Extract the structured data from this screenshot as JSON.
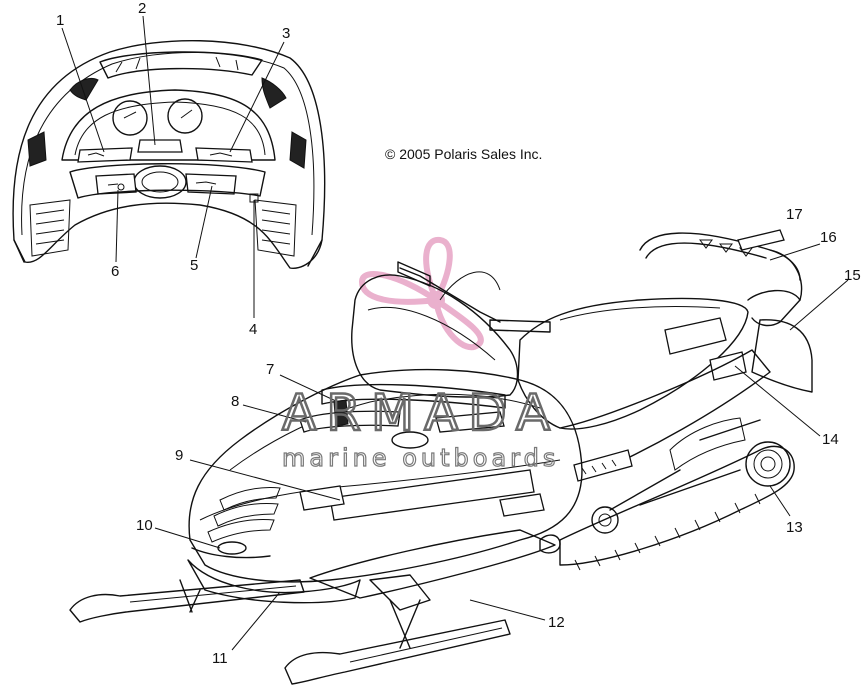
{
  "copyright": "© 2005 Polaris Sales Inc.",
  "watermark": {
    "brand": "ARMADA",
    "tagline": "marine outboards"
  },
  "callouts": [
    "1",
    "2",
    "3",
    "4",
    "5",
    "6",
    "7",
    "8",
    "9",
    "10",
    "11",
    "12",
    "13",
    "14",
    "15",
    "16",
    "17"
  ],
  "colors": {
    "line": "#111111",
    "watermark_logo": "#e8a8c8",
    "watermark_text": "#6a6a6a",
    "background": "#ffffff"
  },
  "icons": [
    "propeller-logo-icon"
  ]
}
